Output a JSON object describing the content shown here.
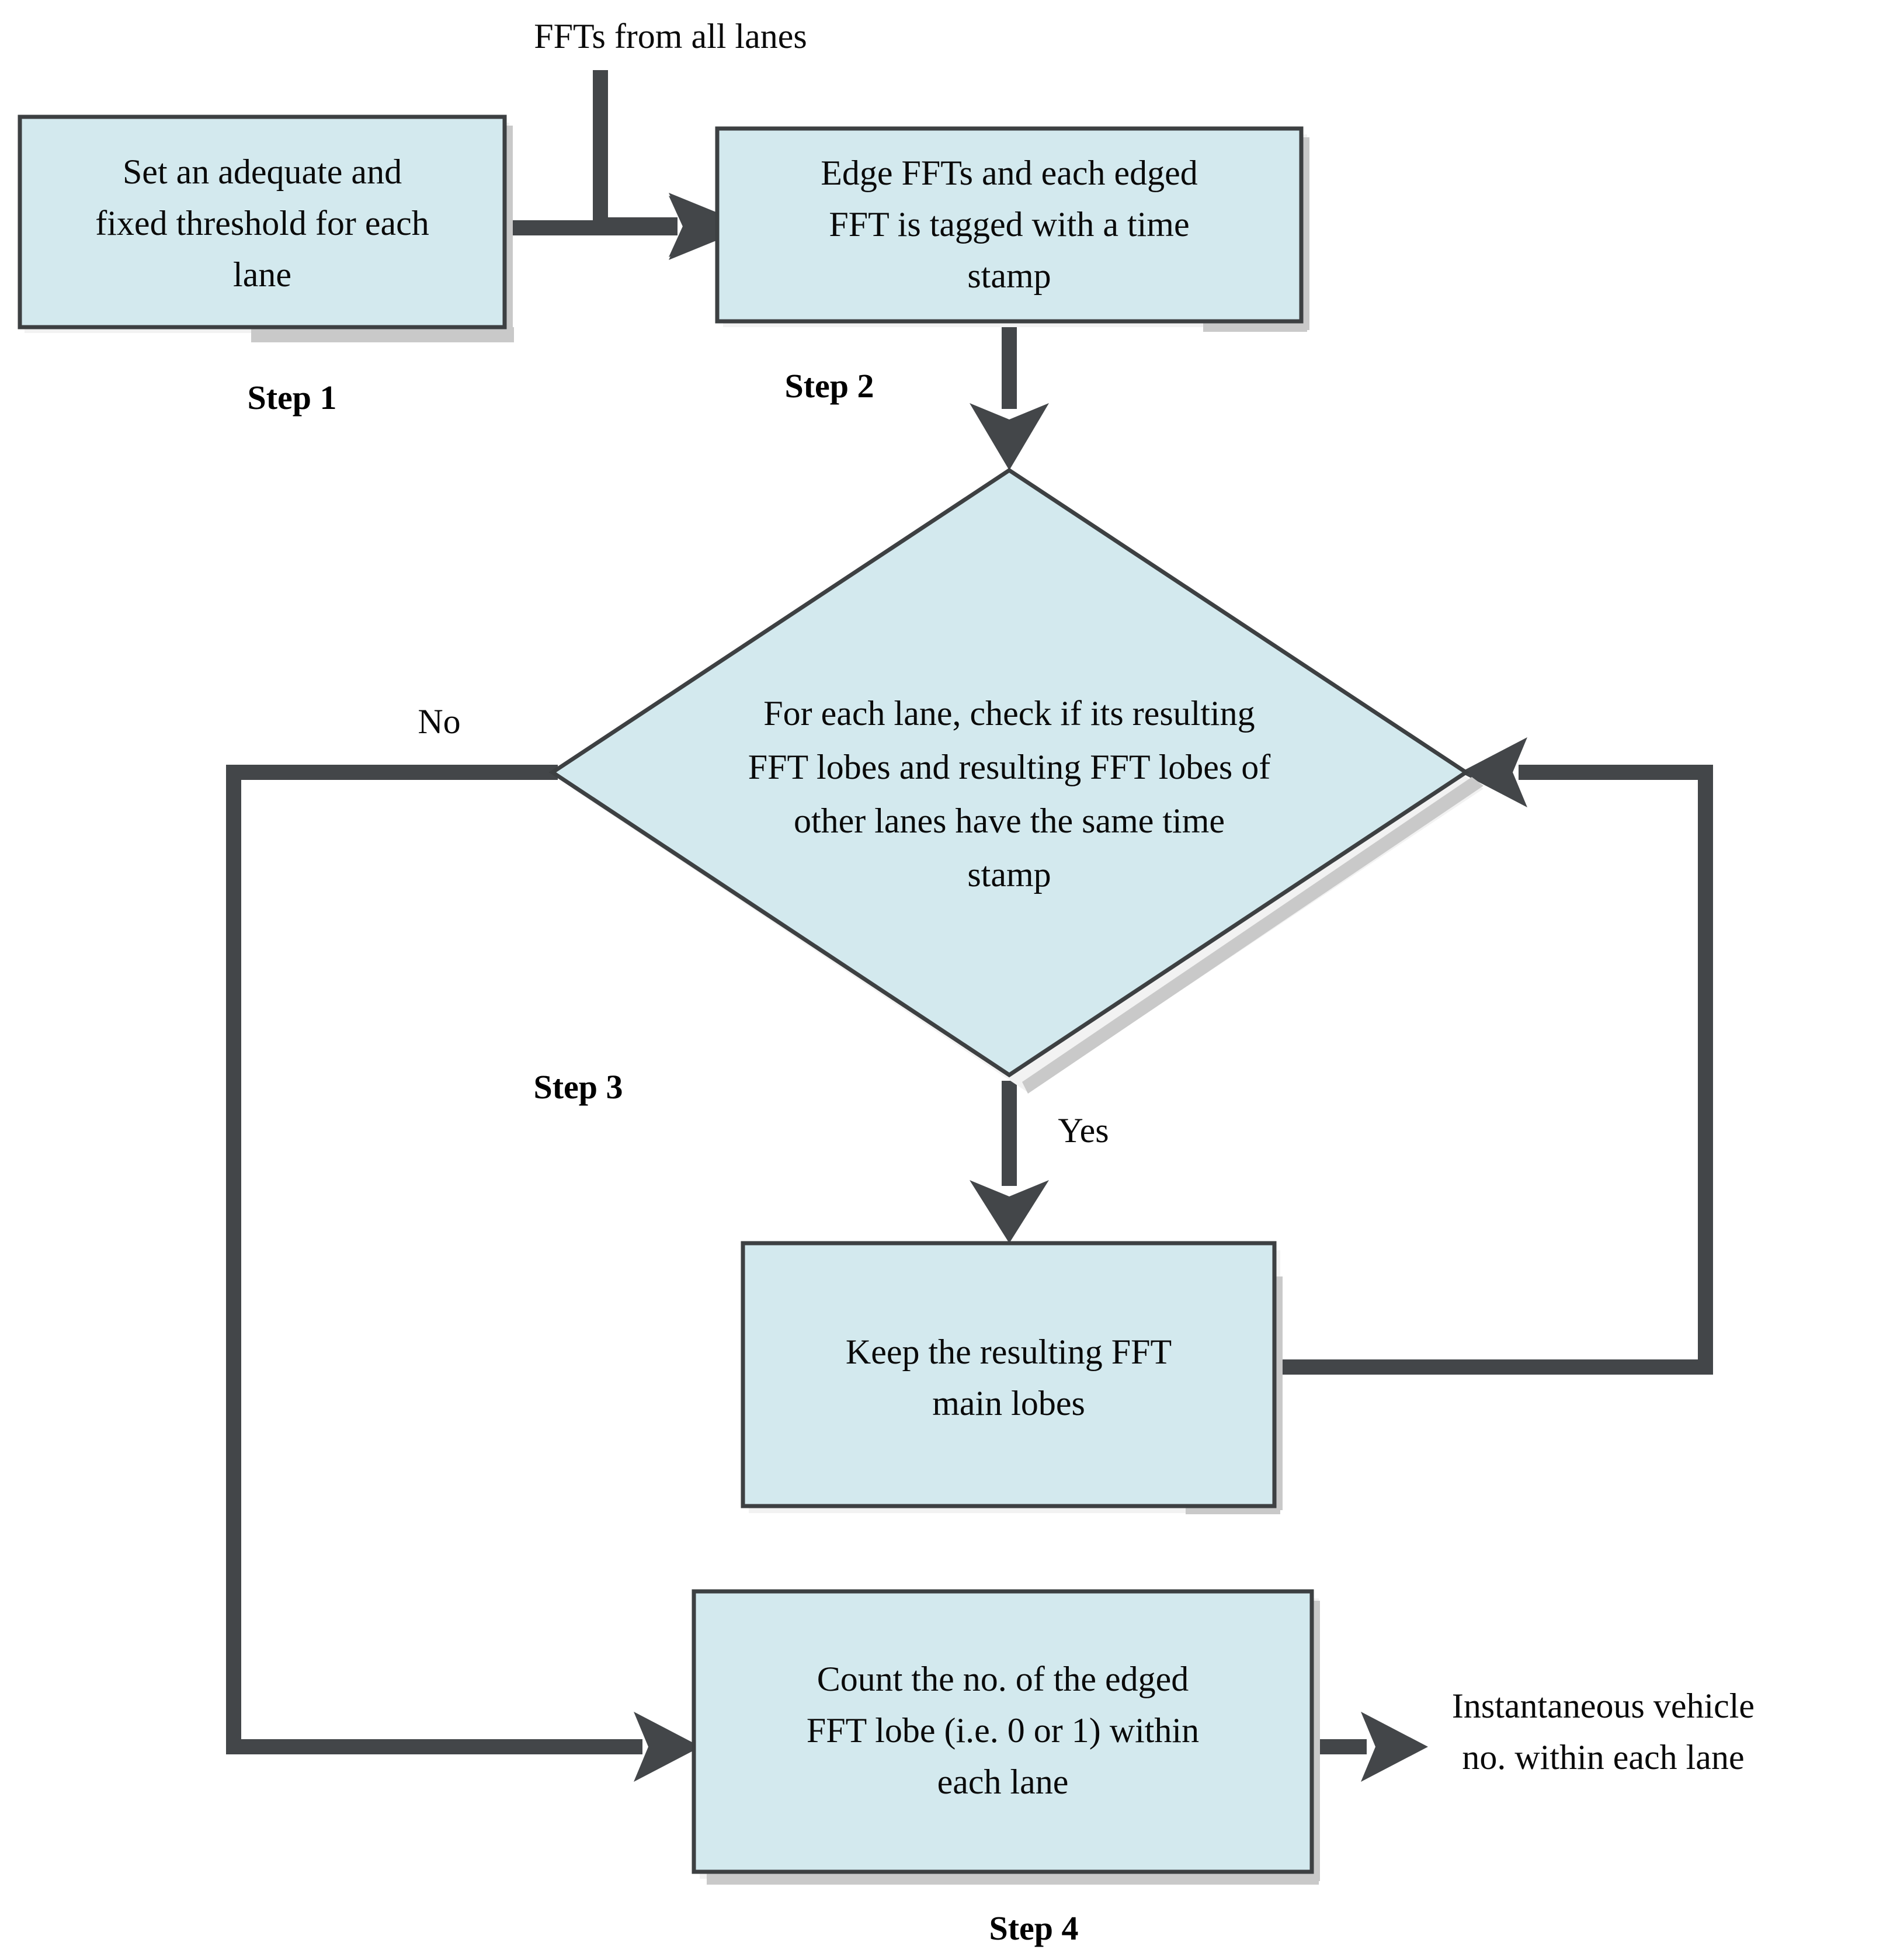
{
  "diagram": {
    "title_text": "FFTs from all lanes",
    "background": "#ffffff",
    "node_fill": "#d3e9ee",
    "node_stroke": "#3d4042",
    "connector_color": "#434649",
    "text_color": "#0a0a0a"
  },
  "inputs": {
    "ffts_from_all_lanes": "FFTs from all lanes"
  },
  "outputs": {
    "instantaneous_line1": "Instantaneous vehicle",
    "instantaneous_line2": "no.  within each lane"
  },
  "nodes": {
    "step1": {
      "step_label": "Step 1",
      "lines": [
        "Set an adequate and",
        "fixed threshold for each",
        "lane"
      ]
    },
    "step2": {
      "step_label": "Step 2",
      "lines": [
        "Edge FFTs and each edged",
        "FFT is tagged with a time",
        "stamp"
      ]
    },
    "step3": {
      "step_label": "Step 3",
      "lines": [
        "For each lane, check if its resulting",
        "FFT lobes and resulting FFT lobes of",
        "other lanes have the same time",
        "stamp"
      ]
    },
    "keep_lobes": {
      "lines": [
        "Keep the resulting FFT",
        "main lobes"
      ]
    },
    "step4": {
      "step_label": "Step 4",
      "lines": [
        "Count the no. of the edged",
        "FFT lobe (i.e. 0 or 1) within",
        "each lane"
      ]
    }
  },
  "edge_labels": {
    "no": "No",
    "yes": "Yes"
  }
}
